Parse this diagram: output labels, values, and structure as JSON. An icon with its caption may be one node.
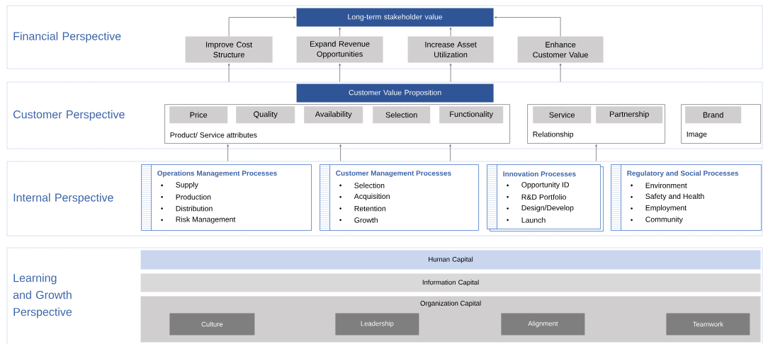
{
  "diagram": {
    "nodes": [
      {
        "text": [
          "Financial Perspective"
        ]
      },
      {
        "text": [
          "Long-term stakeholder value"
        ],
        "in": 0
      },
      {
        "text": [
          "Improve Cost Structure"
        ],
        "in": 0
      },
      {
        "text": [
          "Expand Revenue Opportunities"
        ],
        "in": 0
      },
      {
        "text": [
          "Increase Asset Utilization"
        ],
        "in": 0
      },
      {
        "text": [
          "Enhance Customer Value"
        ],
        "in": 0
      },
      {
        "text": [
          "Customer Perspective"
        ]
      },
      {
        "text": [
          "Customer Value Proposition"
        ],
        "in": 6
      },
      {
        "text": [
          "Product/ Service attributes"
        ],
        "in": 6
      },
      {
        "text": [
          "Price"
        ],
        "in": 8
      },
      {
        "text": [
          "Quality"
        ],
        "in": 8
      },
      {
        "text": [
          "Availability"
        ],
        "in": 8
      },
      {
        "text": [
          "Selection"
        ],
        "in": 8
      },
      {
        "text": [
          "Functionality"
        ],
        "in": 8
      },
      {
        "text": [
          "Relationship"
        ],
        "in": 6
      },
      {
        "text": [
          "Service"
        ],
        "in": 14
      },
      {
        "text": [
          "Partnership"
        ],
        "in": 14
      },
      {
        "text": [
          "Image"
        ],
        "in": 6
      },
      {
        "text": [
          "Brand"
        ],
        "in": 17
      },
      {
        "text": [
          "Internal Perspective"
        ]
      },
      {
        "text": [
          "Operations Management Processes",
          "Supply",
          "Production",
          "Distribution",
          "Risk Management"
        ],
        "in": 19
      },
      {
        "text": [
          "Customer Management Processes",
          "Selection",
          "Acquisition",
          "Retention",
          "Growth"
        ],
        "in": 19
      },
      {
        "text": [
          "Innovation Processes",
          "Opportunity ID",
          "R&D Portfolio",
          "Design/Develop",
          "Launch"
        ],
        "in": 19
      },
      {
        "text": [
          "Regulatory and Social Processes",
          "Environment",
          "Safety and Health",
          "Employment",
          "Community"
        ],
        "in": 19
      },
      {
        "text": [
          "Learning and Growth Perspective"
        ]
      },
      {
        "text": [
          "Human Capital"
        ],
        "in": 24
      },
      {
        "text": [
          "Information Capital"
        ],
        "in": 24
      },
      {
        "text": [
          "Organization Capital"
        ],
        "in": 24
      },
      {
        "text": [
          "Culture"
        ],
        "in": 27
      },
      {
        "text": [
          "Leadership"
        ],
        "in": 27
      },
      {
        "text": [
          "Alignment"
        ],
        "in": 27
      },
      {
        "text": [
          "Teamwork"
        ],
        "in": 27
      }
    ],
    "edges": [
      {
        "from": 2,
        "to": 1,
        "arrow": "to"
      },
      {
        "from": 3,
        "to": 1,
        "arrow": "to"
      },
      {
        "from": 4,
        "to": 1,
        "arrow": "to"
      },
      {
        "from": 5,
        "to": 1,
        "arrow": "to"
      },
      {
        "from": 6,
        "to": 2,
        "arrow": "to"
      },
      {
        "from": 6,
        "to": 3,
        "arrow": "to"
      },
      {
        "from": 6,
        "to": 4,
        "arrow": "to"
      },
      {
        "from": 6,
        "to": 5,
        "arrow": "to"
      },
      {
        "from": 19,
        "to": 8,
        "arrow": "to"
      },
      {
        "from": 19,
        "to": 8,
        "arrow": "to"
      },
      {
        "from": 19,
        "to": 8,
        "arrow": "to"
      },
      {
        "from": 19,
        "to": 14,
        "arrow": "to"
      }
    ]
  }
}
